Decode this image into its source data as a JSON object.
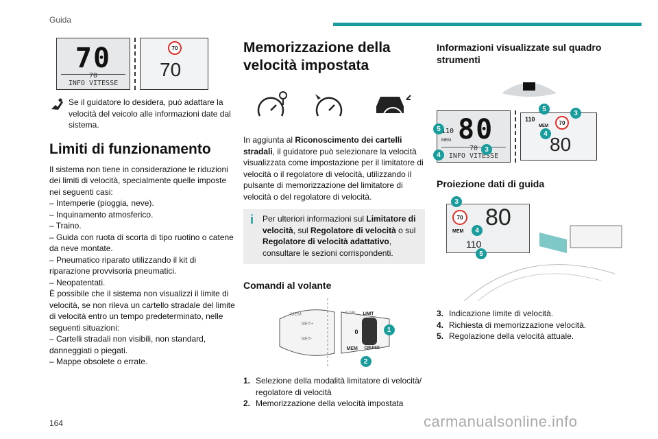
{
  "header": {
    "title": "Guida",
    "accent_color": "#1a9c9c"
  },
  "page_number": "164",
  "watermark": "carmanualsonline.info",
  "col1": {
    "cluster_left": {
      "speed": "70",
      "small_speed": "70",
      "small_label": "INFO VITESSE"
    },
    "cluster_right": {
      "sign": "70",
      "speed": "70"
    },
    "note_text": "Se il guidatore lo desidera, può adattare la velocità del veicolo alle informazioni date dal sistema.",
    "section_title": "Limiti di funzionamento",
    "intro": "Il sistema non tiene in considerazione le riduzioni dei limiti di velocità, specialmente quelle imposte nei seguenti casi:",
    "list1": [
      "– Intemperie (pioggia, neve).",
      "– Inquinamento atmosferico.",
      "– Traino.",
      "– Guida con ruota di scorta di tipo ruotino o catene da neve montate.",
      "– Pneumatico riparato utilizzando il kit di riparazione provvisoria pneumatici.",
      "– Neopatentati."
    ],
    "para2": "È possibile che il sistema non visualizzi il limite di velocità, se non rileva un cartello stradale del limite di velocità entro un tempo predeterminato, nelle seguenti situazioni:",
    "list2": [
      "– Cartelli stradali non visibili, non standard, danneggiati o piegati.",
      "– Mappe obsolete o errate."
    ]
  },
  "col2": {
    "section_title": "Memorizzazione della velocità impostata",
    "para_a": "In aggiunta al ",
    "para_b": "Riconoscimento dei cartelli stradali",
    "para_c": ", il guidatore può selezionare la velocità visualizzata come impostazione per il limitatore di velocità o il regolatore di velocità, utilizzando il pulsante di memorizzazione del limitatore di velocità o del regolatore di velocità.",
    "info_a": "Per ulteriori informazioni sul ",
    "info_b": "Limitatore di velocità",
    "info_c": ", sul ",
    "info_d": "Regolatore di velocità",
    "info_e": " o sul ",
    "info_f": "Regolatore di velocità adattativo",
    "info_g": ", consultare le sezioni corrispondenti.",
    "sub_title": "Comandi al volante",
    "stalk_labels": {
      "mem": "MEM",
      "set_plus": "SET+",
      "set_minus": "SET-",
      "gap": "GAP",
      "limit": "LIMIT",
      "zero": "0",
      "cruise": "CRUISE"
    },
    "items": [
      {
        "n": "1.",
        "text": "Selezione della modalità limitatore di velocità/ regolatore di velocità"
      },
      {
        "n": "2.",
        "text": "Memorizzazione della velocità impostata"
      }
    ]
  },
  "col3": {
    "section_title": "Informazioni visualizzate sul quadro strumenti",
    "cluster_left": {
      "speed": "80",
      "set_speed": "110",
      "mem": "MEM",
      "small_speed": "70",
      "small_label": "INFO VITESSE"
    },
    "cluster_right": {
      "set_speed": "110",
      "sign": "70",
      "mem": "MEM",
      "speed": "80"
    },
    "sub_title": "Proiezione dati di guida",
    "hud": {
      "sign": "70",
      "speed": "80",
      "mem": "MEM",
      "set_speed": "110"
    },
    "items": [
      {
        "n": "3.",
        "text": "Indicazione limite di velocità."
      },
      {
        "n": "4.",
        "text": "Richiesta di memorizzazione velocità."
      },
      {
        "n": "5.",
        "text": "Regolazione della velocità attuale."
      }
    ],
    "callouts": [
      "3",
      "4",
      "5"
    ]
  },
  "callouts_col2": [
    "1",
    "2"
  ]
}
